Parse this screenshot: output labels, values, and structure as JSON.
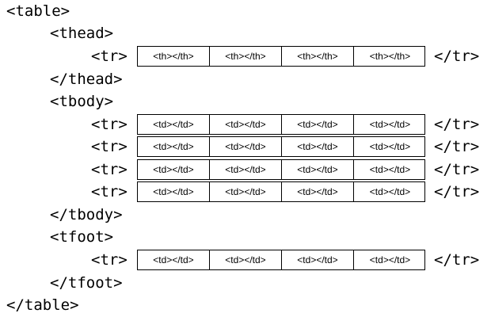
{
  "markup": {
    "table_open": "<table>",
    "thead_open": "<thead>",
    "thead_close": "</thead>",
    "tbody_open": "<tbody>",
    "tbody_close": "</tbody>",
    "tfoot_open": "<tfoot>",
    "tfoot_close": "</tfoot>",
    "table_close": "</table>",
    "tr_open": "<tr>",
    "tr_close": "</tr>"
  },
  "cells": {
    "header": [
      "<th></th>",
      "<th></th>",
      "<th></th>",
      "<th></th>"
    ],
    "data": [
      "<td></td>",
      "<td></td>",
      "<td></td>",
      "<td></td>"
    ]
  }
}
